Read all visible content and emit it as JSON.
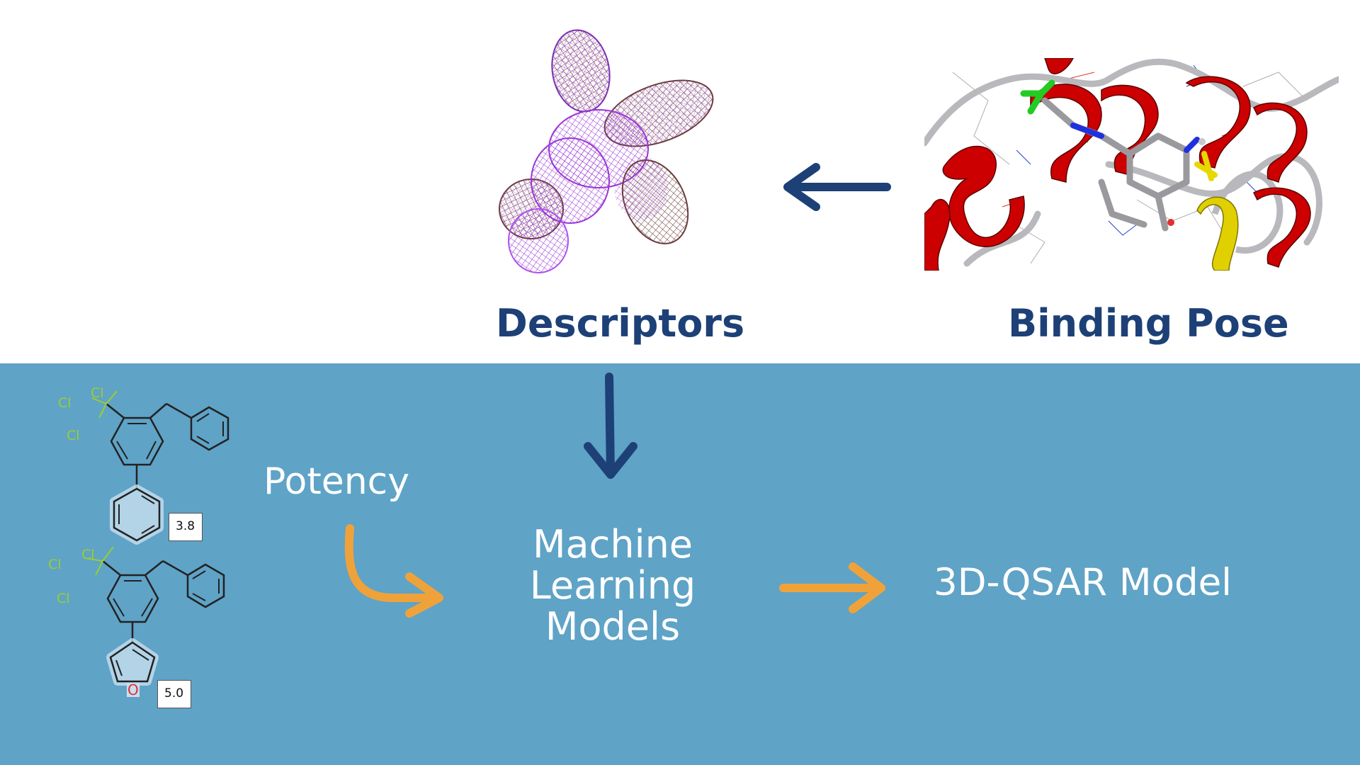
{
  "labels": {
    "descriptors": "Descriptors",
    "binding_pose": "Binding Pose",
    "potency": "Potency",
    "ml_line1": "Machine",
    "ml_line2": "Learning",
    "ml_line3": "Models",
    "qsar": "3D-QSAR Model"
  },
  "molecules": [
    {
      "value": "3.8",
      "chlorines": [
        "Cl",
        "Cl",
        "Cl"
      ],
      "heteroatom": ""
    },
    {
      "value": "5.0",
      "chlorines": [
        "Cl",
        "Cl",
        "Cl"
      ],
      "heteroatom": "O"
    }
  ],
  "colors": {
    "dark_blue": "#1d4077",
    "band_blue": "#5fa3c7",
    "orange": "#f0a23a",
    "white": "#ffffff",
    "chlorine": "#9acd32",
    "oxygen": "#e03030",
    "helix_red": "#cc0000",
    "mesh_purple": "#a040e0"
  },
  "icons": [
    "descriptor-mesh-image",
    "protein-binding-pose-image",
    "molecule-structure-image",
    "arrow-left-icon",
    "arrow-down-icon",
    "curved-arrow-icon",
    "arrow-right-icon"
  ]
}
